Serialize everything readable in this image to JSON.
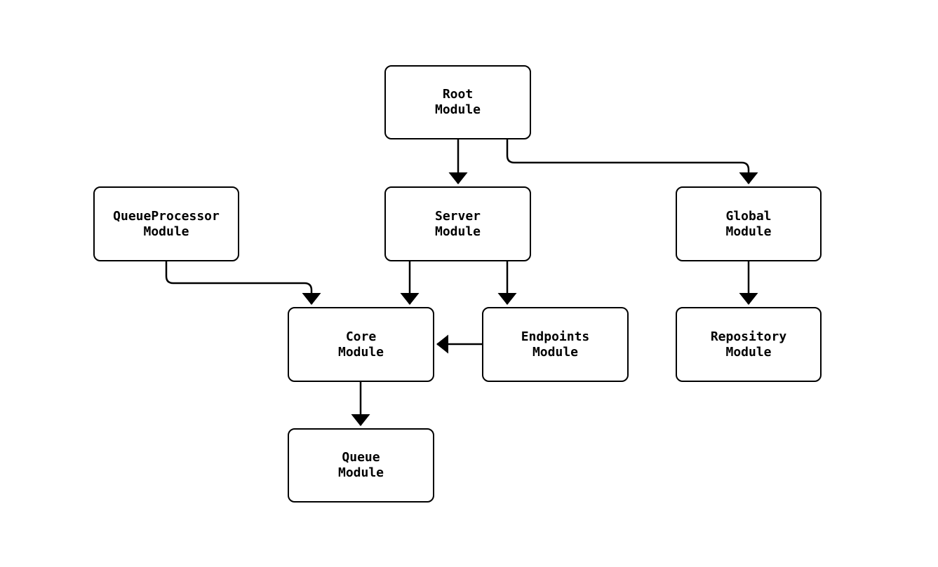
{
  "diagram": {
    "type": "module-dependency-diagram",
    "colors": {
      "stroke": "#000000",
      "node_fill": "#ffffff",
      "background": "#ffffff"
    },
    "nodes": [
      {
        "id": "root",
        "label": "Root\nModule"
      },
      {
        "id": "queueprocessor",
        "label": "QueueProcessor\nModule"
      },
      {
        "id": "server",
        "label": "Server\nModule"
      },
      {
        "id": "global",
        "label": "Global\nModule"
      },
      {
        "id": "core",
        "label": "Core\nModule"
      },
      {
        "id": "endpoints",
        "label": "Endpoints\nModule"
      },
      {
        "id": "repository",
        "label": "Repository\nModule"
      },
      {
        "id": "queue",
        "label": "Queue\nModule"
      }
    ],
    "edges": [
      {
        "from": "root",
        "to": "server"
      },
      {
        "from": "root",
        "to": "global"
      },
      {
        "from": "queueprocessor",
        "to": "core"
      },
      {
        "from": "server",
        "to": "core"
      },
      {
        "from": "server",
        "to": "endpoints"
      },
      {
        "from": "endpoints",
        "to": "core"
      },
      {
        "from": "global",
        "to": "repository"
      },
      {
        "from": "core",
        "to": "queue"
      }
    ]
  }
}
